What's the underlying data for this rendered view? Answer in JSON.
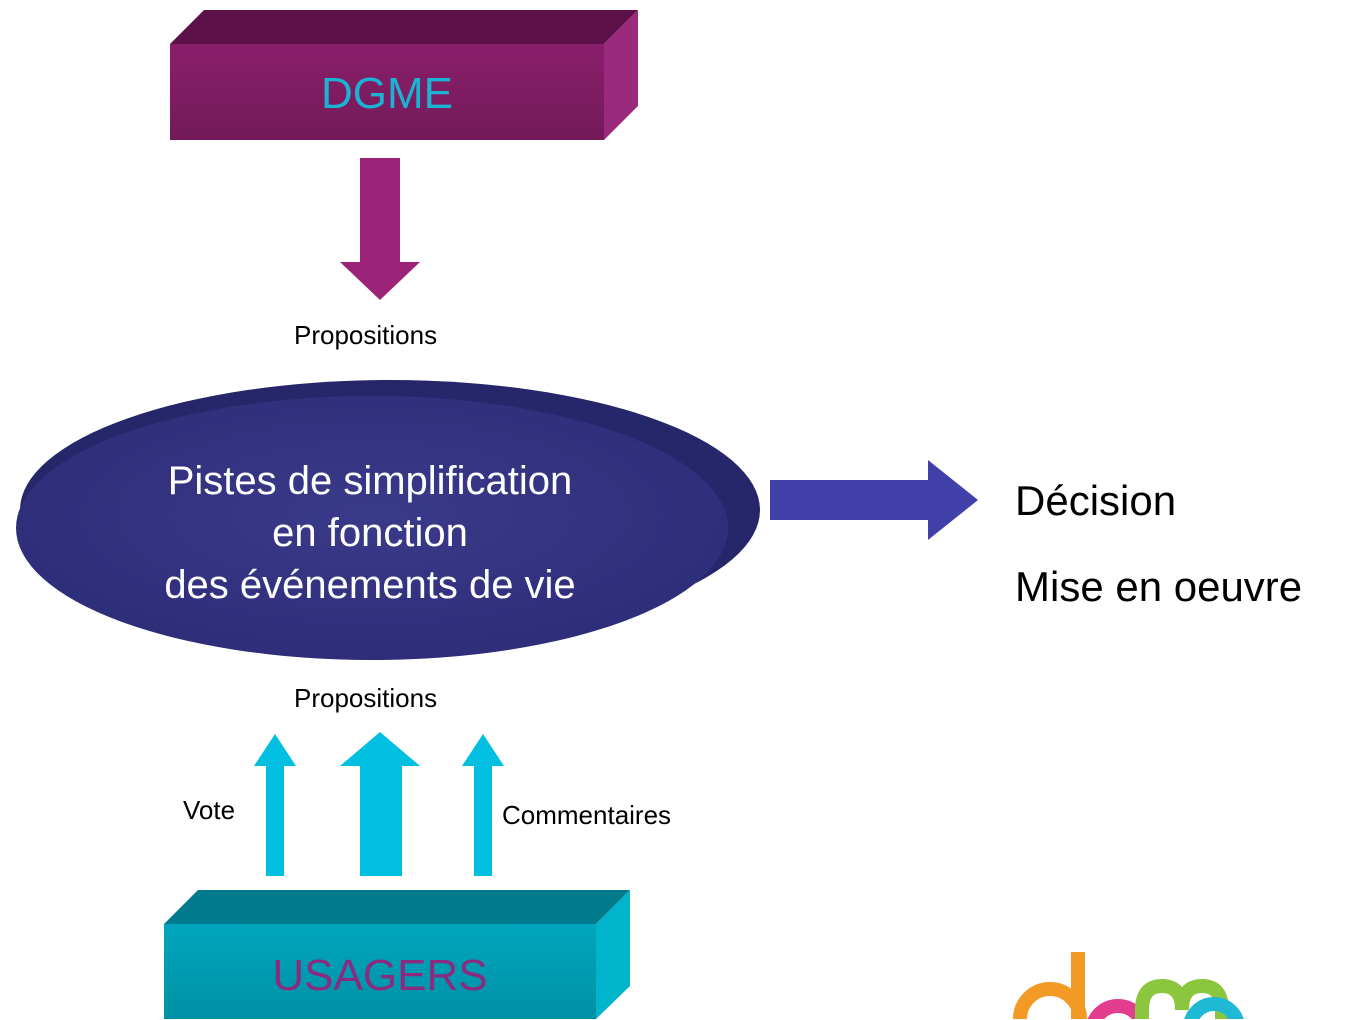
{
  "colors": {
    "dgme_box": "#7a1a5e",
    "dgme_box_top": "#5a1247",
    "dgme_text": "#1ab3d4",
    "arrow_down": "#9b2378",
    "ellipse": "#333380",
    "arrow_right": "#4040a8",
    "arrow_up": "#00bfe0",
    "usagers_box": "#009aaf",
    "usagers_text": "#8a2a80"
  },
  "dgme_box": {
    "label": "DGME"
  },
  "usagers_box": {
    "label": "USAGERS"
  },
  "top_propositions": "Propositions",
  "bottom_propositions": "Propositions",
  "central_ellipse": {
    "line1": "Pistes de simplification",
    "line2": "en fonction",
    "line3": "des événements de vie"
  },
  "outcomes": {
    "decision": "Décision",
    "implementation": "Mise en oeuvre"
  },
  "arrow_labels": {
    "vote": "Vote",
    "comments": "Commentaires"
  },
  "logo": {
    "text": "dgme"
  }
}
